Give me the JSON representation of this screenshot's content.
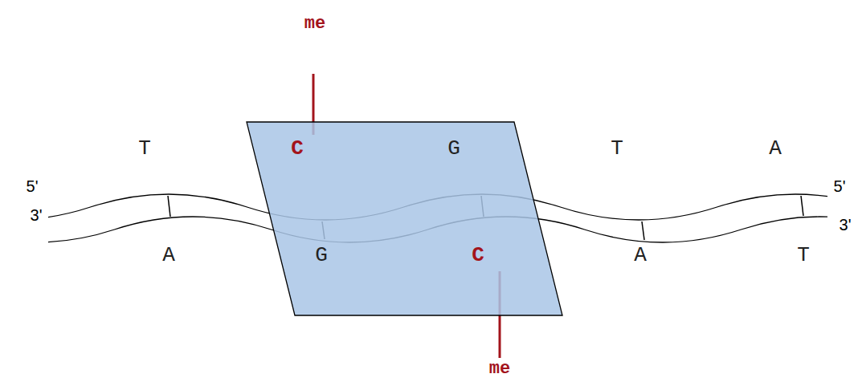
{
  "diagram": {
    "nodes": [
      {
        "text": [
          "C",
          "G",
          "G",
          "C"
        ]
      }
    ],
    "labels": [
      "me",
      "T",
      "T",
      "A",
      "5'",
      "3'",
      "A",
      "A",
      "T",
      "5'",
      "3'",
      "me"
    ]
  }
}
